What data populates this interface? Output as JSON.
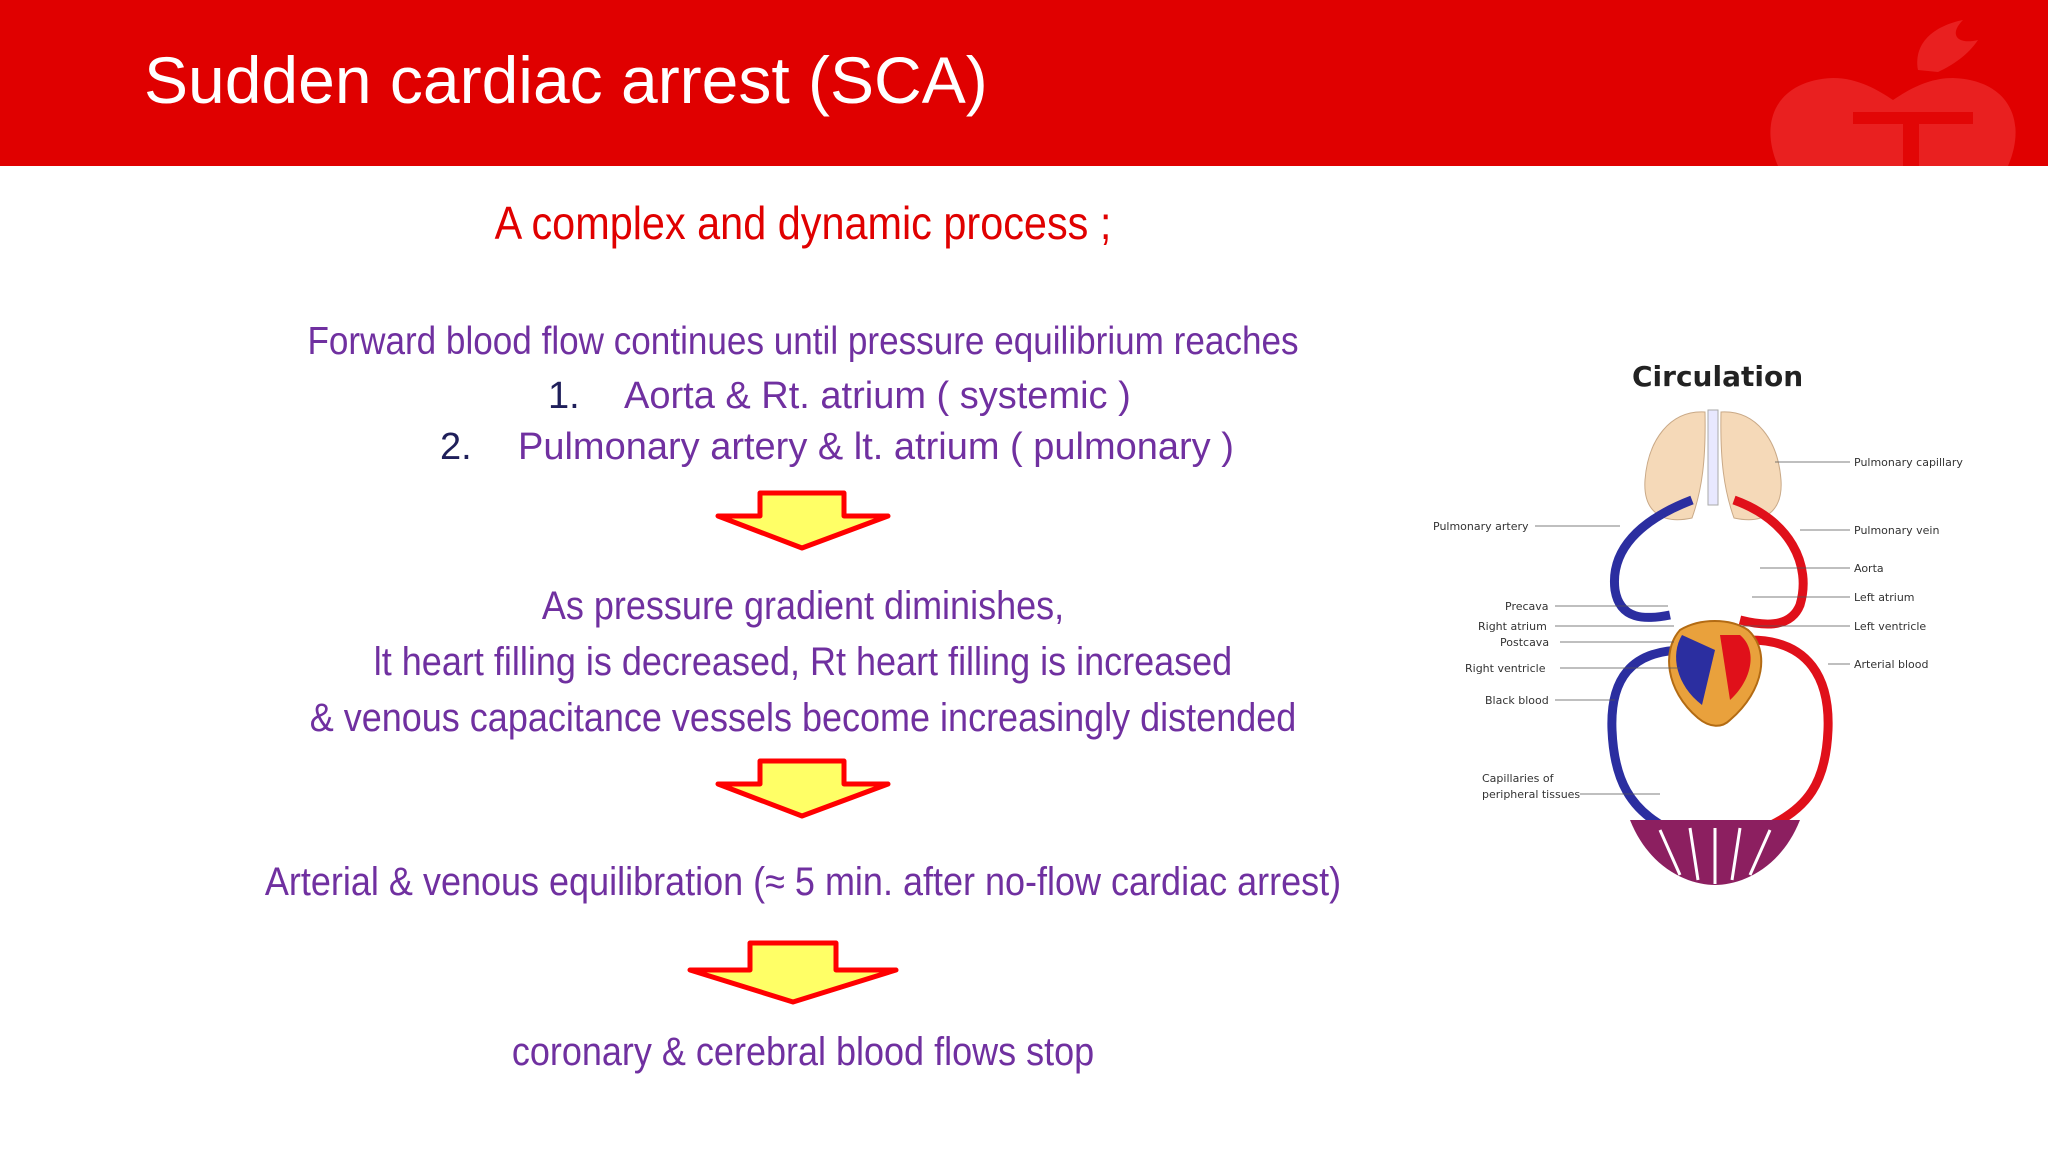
{
  "slide": {
    "title": "Sudden cardiac arrest (SCA)",
    "subtitle": "A complex and dynamic process ;",
    "forward_text": "Forward blood flow continues until pressure equilibrium reaches",
    "list": [
      {
        "num": "1.",
        "text": "Aorta & Rt. atrium ( systemic )"
      },
      {
        "num": "2.",
        "text": "Pulmonary artery & lt. atrium ( pulmonary )"
      }
    ],
    "gradient_lines": [
      "As pressure gradient diminishes,",
      "lt heart filling is decreased, Rt heart filling is increased",
      "& venous capacitance vessels become increasingly distended"
    ],
    "equilibration_text": "Arterial & venous equilibration (≈ 5 min. after no-flow cardiac arrest)",
    "final_text": "coronary & cerebral blood flows stop",
    "colors": {
      "banner": "#e00000",
      "subtitle": "#e00000",
      "body_text": "#7030a0",
      "arrow_fill": "#ffff66",
      "arrow_stroke": "#ff0000"
    }
  },
  "diagram": {
    "title": "Circulation",
    "labels_left": [
      "Pulmonary artery",
      "Precava",
      "Right atrium",
      "Postcava",
      "Right ventricle",
      "Black blood",
      "Capillaries of",
      "peripheral tissues"
    ],
    "labels_right": [
      "Pulmonary capillary",
      "Pulmonary vein",
      "Aorta",
      "Left atrium",
      "Left ventricle",
      "Arterial blood"
    ]
  }
}
